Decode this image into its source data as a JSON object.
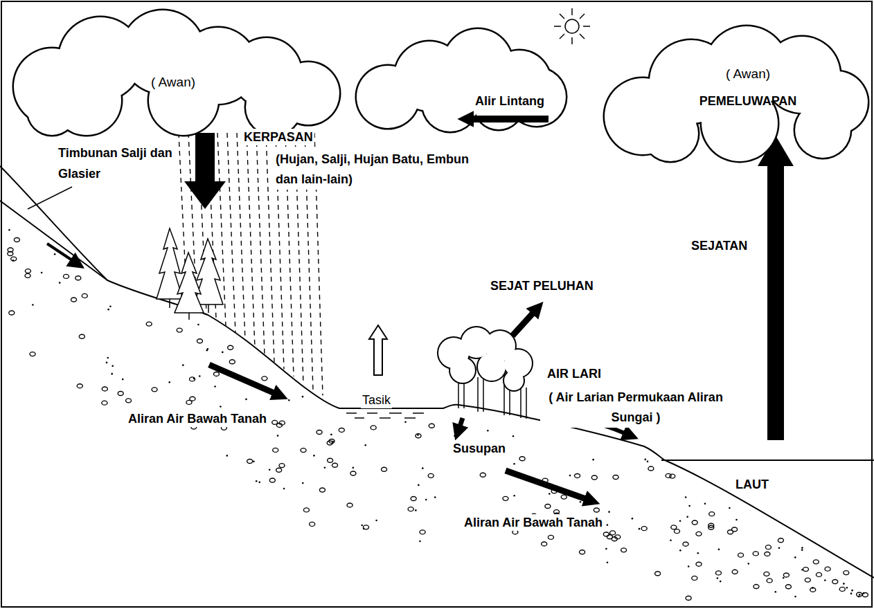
{
  "diagram": {
    "nodes": [
      {
        "text": [
          "( Awan)"
        ]
      },
      {
        "text": [
          "( Awan)",
          "PEMELUWAPAN"
        ]
      }
    ],
    "labels": [
      "Alir Lintang",
      "KERPASAN",
      "(Hujan, Salji, Hujan Batu, Embun dan lain-lain)",
      "Timbunan Salji dan Glasier",
      "SEJATAN",
      "SEJAT PELUHAN",
      "Tasik",
      "AIR LARI",
      "( Air Larian Permukaan Aliran Sungai )",
      "Aliran Air Bawah Tanah",
      "Susupan",
      "Aliran Air Bawah Tanah",
      "LAUT"
    ]
  }
}
